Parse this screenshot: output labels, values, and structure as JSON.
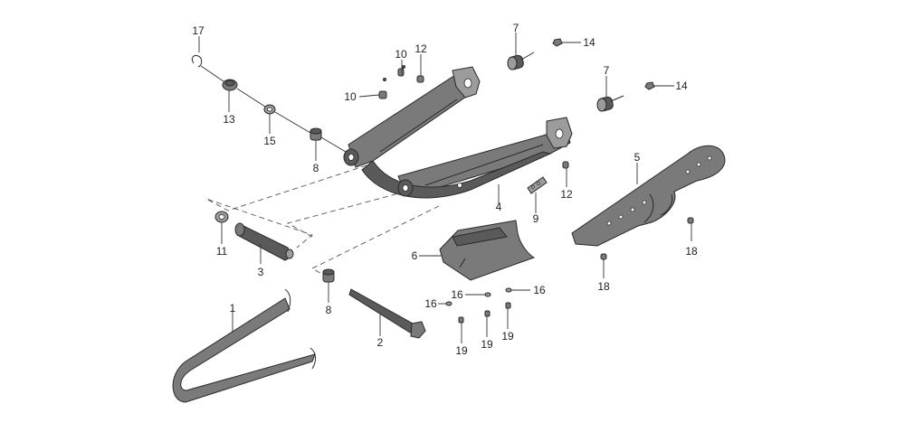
{
  "diagram": {
    "callouts": {
      "c1": "1",
      "c2": "2",
      "c3": "3",
      "c4": "4",
      "c5": "5",
      "c6": "6",
      "c7a": "7",
      "c7b": "7",
      "c8a": "8",
      "c8b": "8",
      "c9": "9",
      "c10a": "10",
      "c10b": "10",
      "c11": "11",
      "c12a": "12",
      "c12b": "12",
      "c13": "13",
      "c14a": "14",
      "c14b": "14",
      "c15": "15",
      "c16a": "16",
      "c16b": "16",
      "c16c": "16",
      "c17": "17",
      "c18a": "18",
      "c18b": "18",
      "c19a": "19",
      "c19b": "19",
      "c19c": "19"
    },
    "colors": {
      "part_dark": "#5a5a5a",
      "part_mid": "#7a7a7a",
      "part_light": "#9c9c9c",
      "outline": "#2a2a2a"
    }
  }
}
